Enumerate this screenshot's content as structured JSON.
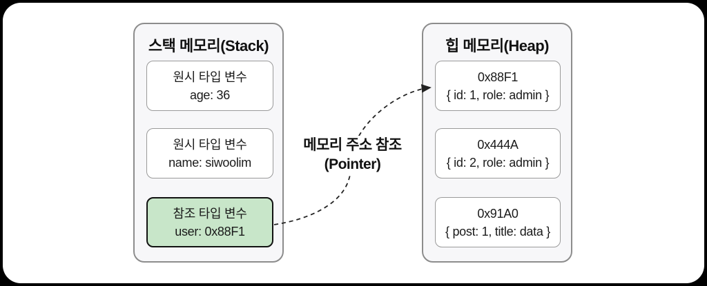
{
  "stack": {
    "title": "스택 메모리(Stack)",
    "boxes": [
      {
        "line1": "원시 타입 변수",
        "line2": "age: 36",
        "highlight": false
      },
      {
        "line1": "원시 타입 변수",
        "line2": "name: siwoolim",
        "highlight": false
      },
      {
        "line1": "참조 타입 변수",
        "line2": "user: 0x88F1",
        "highlight": true
      }
    ]
  },
  "heap": {
    "title": "힙 메모리(Heap)",
    "boxes": [
      {
        "line1": "0x88F1",
        "line2": "{ id: 1, role: admin }"
      },
      {
        "line1": "0x444A",
        "line2": "{ id: 2, role: admin }"
      },
      {
        "line1": "0x91A0",
        "line2": "{ post: 1, title: data }"
      }
    ]
  },
  "pointer_label": {
    "line1": "메모리 주소 참조",
    "line2": "(Pointer)"
  },
  "colors": {
    "frame_bg": "#000000",
    "card_bg": "#ffffff",
    "container_fill": "#f7f7f9",
    "container_border": "#8c8c8c",
    "box_border": "#999999",
    "highlight_fill": "#c8e6c9",
    "highlight_border": "#111111",
    "arrow": "#222222",
    "text": "#1a1a1a"
  }
}
